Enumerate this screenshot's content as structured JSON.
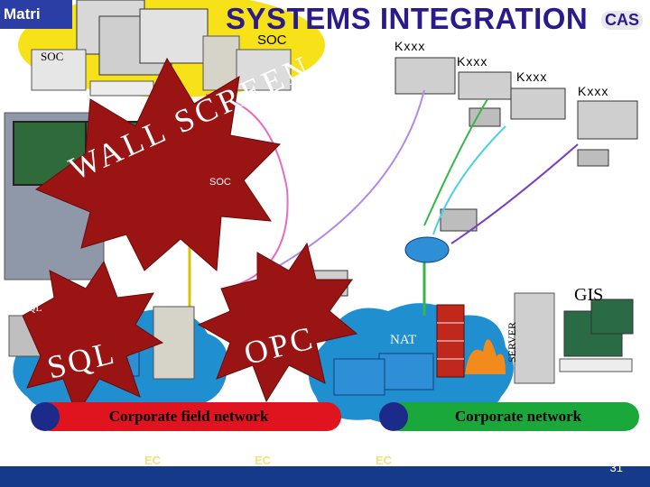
{
  "header": {
    "title": "SYSTEMS INTEGRATION",
    "logo_left": "Matri",
    "logo_right": "CAS"
  },
  "labels": {
    "soc_top": "SOC",
    "soc_left": "SOC",
    "soc_screen": "SOC",
    "kxxx": [
      "Kxxx",
      "Kxxx",
      "Kxxx",
      "Kxxx"
    ],
    "gis": "GIS",
    "server": "SERVER",
    "nat": "NAT",
    "sql_small": "SQL"
  },
  "burst_labels": {
    "wall_screen": "WALL SCREEN",
    "sql": "SQL",
    "opc": "OPC"
  },
  "networks": {
    "field": "Corporate field network",
    "corporate": "Corporate network"
  },
  "footer": {
    "ec": [
      "EC",
      "EC",
      "EC"
    ],
    "page_number": "31"
  },
  "colors": {
    "title": "#2b1a8c",
    "burst": "#9a1414",
    "field_bar": "#e0141e",
    "corporate_bar": "#1aa83a",
    "cloud": "#1f8fd0",
    "footer": "#163a8a"
  }
}
